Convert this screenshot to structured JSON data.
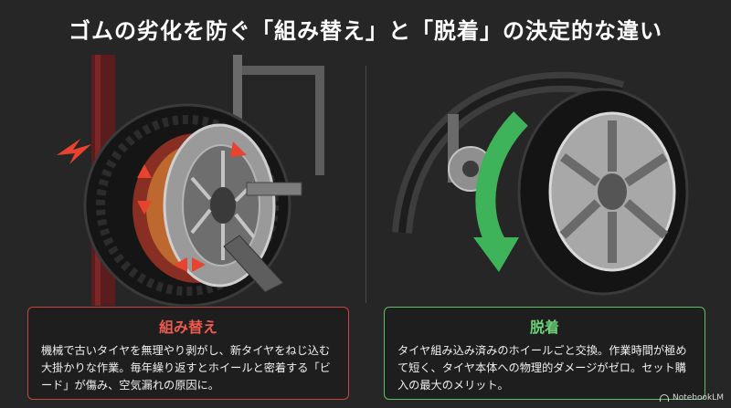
{
  "title": "ゴムの劣化を防ぐ「組み替え」と「脱着」の決定的な違い",
  "left_card": {
    "heading": "組み替え",
    "body": "機械で古いタイヤを無理やり剥がし、新タイヤをねじ込む大掛かりな作業。毎年繰り返すとホイールと密着する「ビード」が傷み、空気漏れの原因に。"
  },
  "right_card": {
    "heading": "脱着",
    "body": "タイヤ組み込み済みのホイールごと交換。作業時間が極めて短く、タイヤ本体への物理的ダメージがゼロ。セット購入の最大のメリット。"
  },
  "watermark": "NotebookLM",
  "colors": {
    "background": "#262626",
    "left_accent": "#c7443f",
    "right_accent": "#5fbf6a",
    "heat": "#e8432e",
    "arrow_green": "#3fb35a"
  },
  "icons": {
    "left_illustration": "tire-changer-machine-icon",
    "right_illustration": "wheel-swap-icon"
  }
}
